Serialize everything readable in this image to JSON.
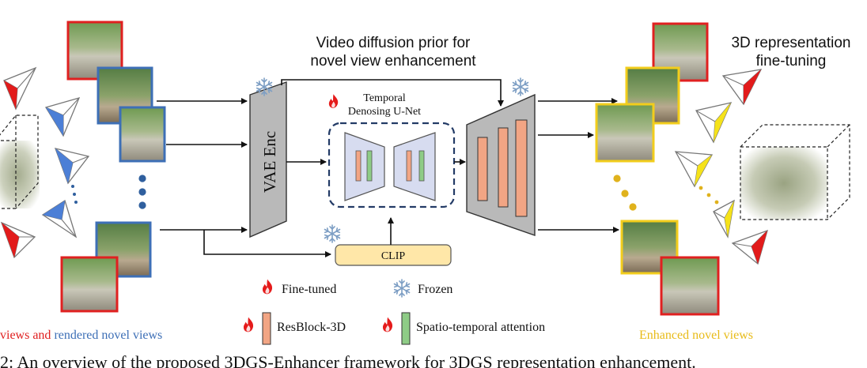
{
  "titles": {
    "center_line1": "Video diffusion prior for",
    "center_line2": "novel view enhancement",
    "right_line1": "3D representation",
    "right_line2": "fine-tuning"
  },
  "blocks": {
    "vae_enc": "VAE Enc",
    "unet_line1": "Temporal",
    "unet_line2": "Denosing U-Net",
    "clip": "CLIP"
  },
  "captions": {
    "left_part1": "views and ",
    "left_part2": "rendered novel views",
    "right": "Enhanced novel views",
    "bottom": "2: An overview of the proposed 3DGS-Enhancer framework for 3DGS representation enhancement."
  },
  "legend": {
    "fine_tuned": "Fine-tuned",
    "frozen": "Frozen",
    "resblock": "ResBlock-3D",
    "attention": "Spatio-temporal attention"
  },
  "colors": {
    "input_red": "#e02020",
    "rendered_blue": "#3d6fb6",
    "enhanced_yellow": "#f2cd1c",
    "block_gray": "#b9b9b9",
    "unet_fill": "#d7dcf0",
    "clip_fill": "#ffe7a8",
    "resblock_orange": "#f2a584",
    "attention_green": "#8ecc86",
    "camera_blue": "#4c7fd6",
    "camera_red": "#e21b1b",
    "camera_yellow": "#f5e21a",
    "dot_blue": "#2f5f9e",
    "dot_yellow": "#e0b21c"
  },
  "icons": {
    "fine_tuned": "flame-icon",
    "frozen": "snowflake-icon",
    "camera": "camera-frustum-icon",
    "scene": "3d-scene-cube-icon"
  }
}
